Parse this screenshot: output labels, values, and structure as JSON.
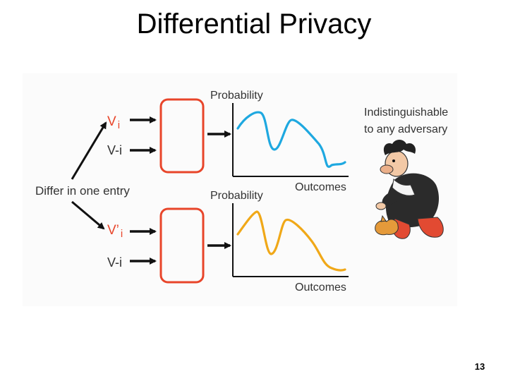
{
  "slide": {
    "title": "Differential Privacy",
    "page_number": "13"
  },
  "diagram": {
    "group_label": "Differ in one entry",
    "top": {
      "inputs": [
        "V",
        "V-i"
      ],
      "input_first_subscript": "i",
      "y_axis_label": "Probability",
      "x_axis_label": "Outcomes",
      "curve_color": "#1ea8e0"
    },
    "bottom": {
      "inputs": [
        "V’",
        "V-i"
      ],
      "input_first_subscript": "i",
      "y_axis_label": "Probability",
      "x_axis_label": "Outcomes",
      "curve_color": "#f0a818"
    },
    "box_color": "#e8452a",
    "callout": "Indistinguishable to any adversary",
    "callout_lines": [
      "Indistinguishable",
      "to any adversary"
    ]
  }
}
